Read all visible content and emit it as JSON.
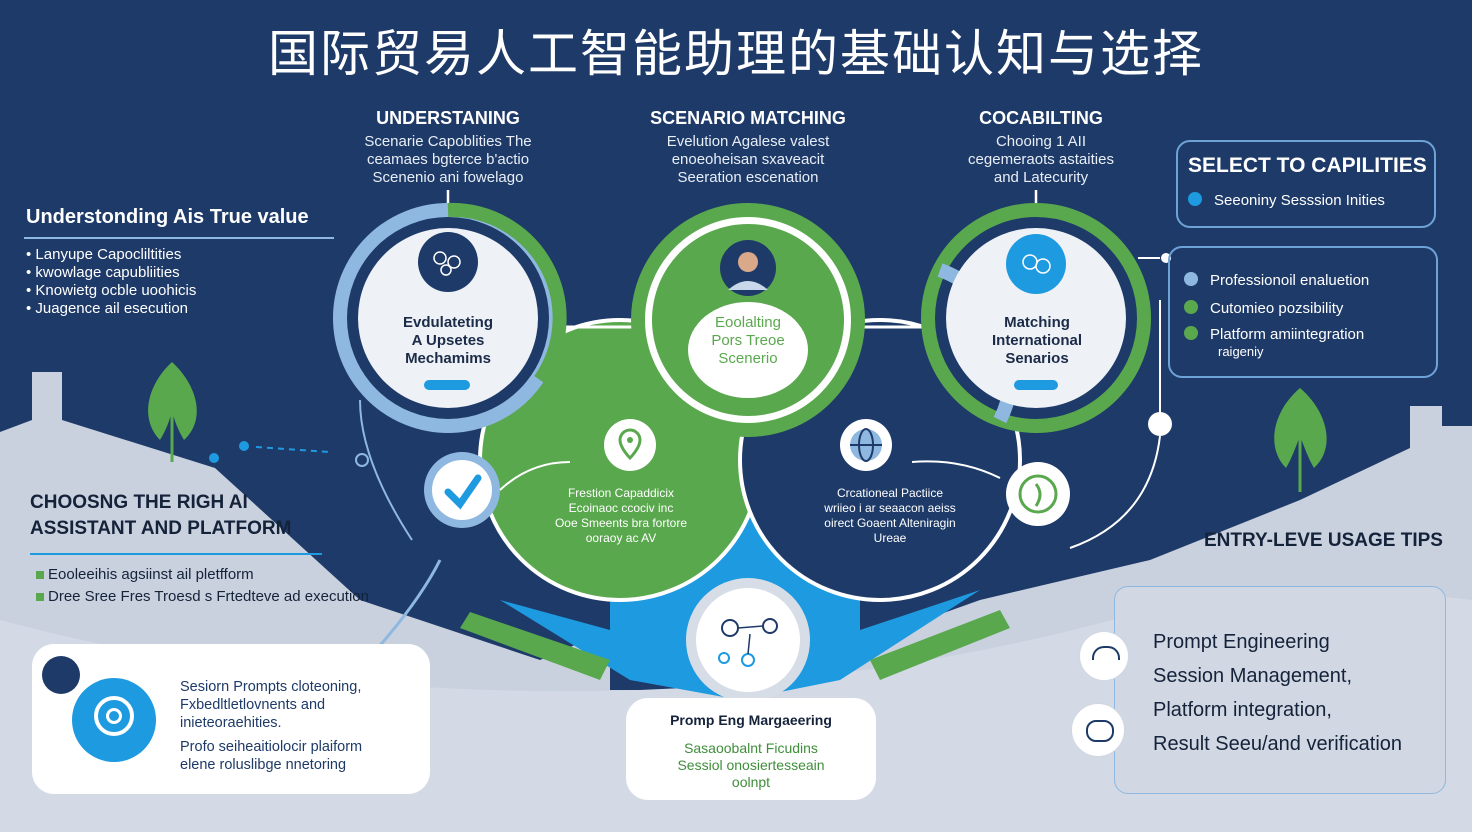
{
  "title": "国际贸易人工智能助理的基础认知与选择",
  "top_headers": {
    "left": {
      "heading": "UNDERSTANING",
      "lines": [
        "Scenarie Capoblities The",
        "ceamaes bgterce b'actio",
        "Scenenio ani fowelago"
      ]
    },
    "center": {
      "heading": "SCENARIO MATCHING",
      "lines": [
        "Evelution Agalese valest",
        "enoeoheisan sxaveacit",
        "Seeration escenation"
      ]
    },
    "right": {
      "heading": "COCABILTING",
      "lines": [
        "Chooing 1 AII",
        "cegemeraots astaities",
        "and Latecurity"
      ]
    }
  },
  "left_panel": {
    "heading": "Understonding Ais True value",
    "items": [
      "Lanyupe Capocliltities",
      "kwowlage capubliities",
      "Knowietg ocble uoohicis",
      "Juagence ail esecution"
    ]
  },
  "select_box": {
    "heading": "SELECT TO CAPILITIES",
    "item": "Seeoniny Sesssion Inities",
    "dot_color": "#1e9ae0"
  },
  "features_box": {
    "items": [
      {
        "label": "Professionoil enaluetion",
        "color": "#8fb8e0"
      },
      {
        "label": "Cutomieo pozsibility",
        "color": "#5aa84e"
      },
      {
        "label": "Platform amiintegration",
        "color": "#5aa84e"
      }
    ],
    "tail": "raigeniy"
  },
  "circles": {
    "left": {
      "lines": [
        "Evdulateting",
        "A Upsetes",
        "Mechamims"
      ]
    },
    "center": {
      "lines": [
        "Eoolalting",
        "Pors Treoe",
        "Scenerio"
      ]
    },
    "right": {
      "lines": [
        "Matching",
        "International",
        "Senarios"
      ]
    }
  },
  "lower_texts": {
    "left": [
      "Frestion Capaddicix",
      "Ecoinaoc   ccociv inc",
      "Ooe Smeents bra fortore",
      "ooraoy ac AV"
    ],
    "right": [
      "Crcationeal Pactiice",
      "wriieo i ar seaacon aeiss",
      "oirect Goaent Alteniragin",
      "Ureae"
    ]
  },
  "choosing": {
    "heading_lines": [
      "CHOOSNG THE RIGH AI",
      "ASSISTANT AND PLATFORM"
    ],
    "items": [
      "Eooleeihis agsiinst ail pletfform",
      "Dree Sree Fres Troesd s Frtedteve ad execution"
    ]
  },
  "session_card": {
    "line1": [
      "Sesiorn Prompts  cloteoning,",
      "Fxbedltletlovnents and",
      "inieteoraehities."
    ],
    "line2": [
      "Profo seiheaitiolocir plaiform",
      "elene roluslibge nnetoring"
    ]
  },
  "bottom_card": {
    "heading": "Promp Eng Margaeering",
    "lines": [
      "Sasaoobalnt Ficudins",
      "Sessiol onosiertesseain",
      "oolnpt"
    ]
  },
  "entry_tips": {
    "heading": "ENTRY-LEVE USAGE TIPS",
    "items": [
      "Prompt Engineering",
      "Session Management,",
      "Platform integration,",
      "Result Seeu/and verification"
    ]
  },
  "colors": {
    "navy": "#1e3a68",
    "blue": "#1e9ae0",
    "green": "#5aa84e",
    "ground": "#c7cfdc"
  }
}
